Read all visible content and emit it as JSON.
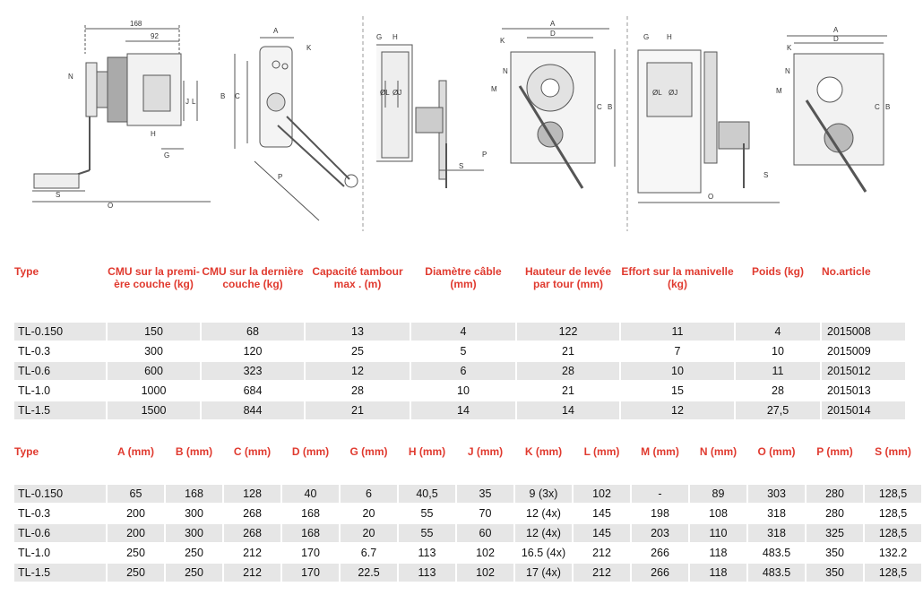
{
  "drawings": {
    "labels1": [
      "168",
      "92",
      "N",
      "H",
      "J",
      "L",
      "G",
      "S",
      "O"
    ],
    "labels2": [
      "A",
      "K",
      "B",
      "C",
      "P"
    ],
    "labels3": [
      "G",
      "H",
      "ØL",
      "ØJ",
      "S",
      "P"
    ],
    "labels4": [
      "A",
      "D",
      "K",
      "N",
      "M",
      "C",
      "B"
    ],
    "labels5": [
      "G",
      "H",
      "ØL",
      "ØJ",
      "S",
      "O"
    ],
    "labels6": [
      "A",
      "D",
      "K",
      "N",
      "M",
      "C",
      "B"
    ]
  },
  "table1": {
    "headers": [
      "Type",
      "CMU sur la premi-ère couche (kg)",
      "CMU sur la dernière couche (kg)",
      "Capacité tambour max . (m)",
      "Diamètre câble (mm)",
      "Hauteur de levée par tour (mm)",
      "Effort sur la manivelle (kg)",
      "Poids (kg)",
      "No.article"
    ],
    "rows": [
      [
        "TL-0.150",
        "150",
        "68",
        "13",
        "4",
        "122",
        "11",
        "4",
        "2015008"
      ],
      [
        "TL-0.3",
        "300",
        "120",
        "25",
        "5",
        "21",
        "7",
        "10",
        "2015009"
      ],
      [
        "TL-0.6",
        "600",
        "323",
        "12",
        "6",
        "28",
        "10",
        "11",
        "2015012"
      ],
      [
        "TL-1.0",
        "1000",
        "684",
        "28",
        "10",
        "21",
        "15",
        "28",
        "2015013"
      ],
      [
        "TL-1.5",
        "1500",
        "844",
        "21",
        "14",
        "14",
        "12",
        "27,5",
        "2015014"
      ]
    ]
  },
  "table2": {
    "headers": [
      "Type",
      "A (mm)",
      "B (mm)",
      "C (mm)",
      "D (mm)",
      "G (mm)",
      "H (mm)",
      "J (mm)",
      "K (mm)",
      "L (mm)",
      "M (mm)",
      "N (mm)",
      "O (mm)",
      "P (mm)",
      "S (mm)"
    ],
    "rows": [
      [
        "TL-0.150",
        "65",
        "168",
        "128",
        "40",
        "6",
        "40,5",
        "35",
        "9 (3x)",
        "102",
        "-",
        "89",
        "303",
        "280",
        "128,5"
      ],
      [
        "TL-0.3",
        "200",
        "300",
        "268",
        "168",
        "20",
        "55",
        "70",
        "12 (4x)",
        "145",
        "198",
        "108",
        "318",
        "280",
        "128,5"
      ],
      [
        "TL-0.6",
        "200",
        "300",
        "268",
        "168",
        "20",
        "55",
        "60",
        "12 (4x)",
        "145",
        "203",
        "110",
        "318",
        "325",
        "128,5"
      ],
      [
        "TL-1.0",
        "250",
        "250",
        "212",
        "170",
        "6.7",
        "113",
        "102",
        "16.5 (4x)",
        "212",
        "266",
        "118",
        "483.5",
        "350",
        "132.2"
      ],
      [
        "TL-1.5",
        "250",
        "250",
        "212",
        "170",
        "22.5",
        "113",
        "102",
        "17 (4x)",
        "212",
        "266",
        "118",
        "483.5",
        "350",
        "128,5"
      ]
    ]
  }
}
